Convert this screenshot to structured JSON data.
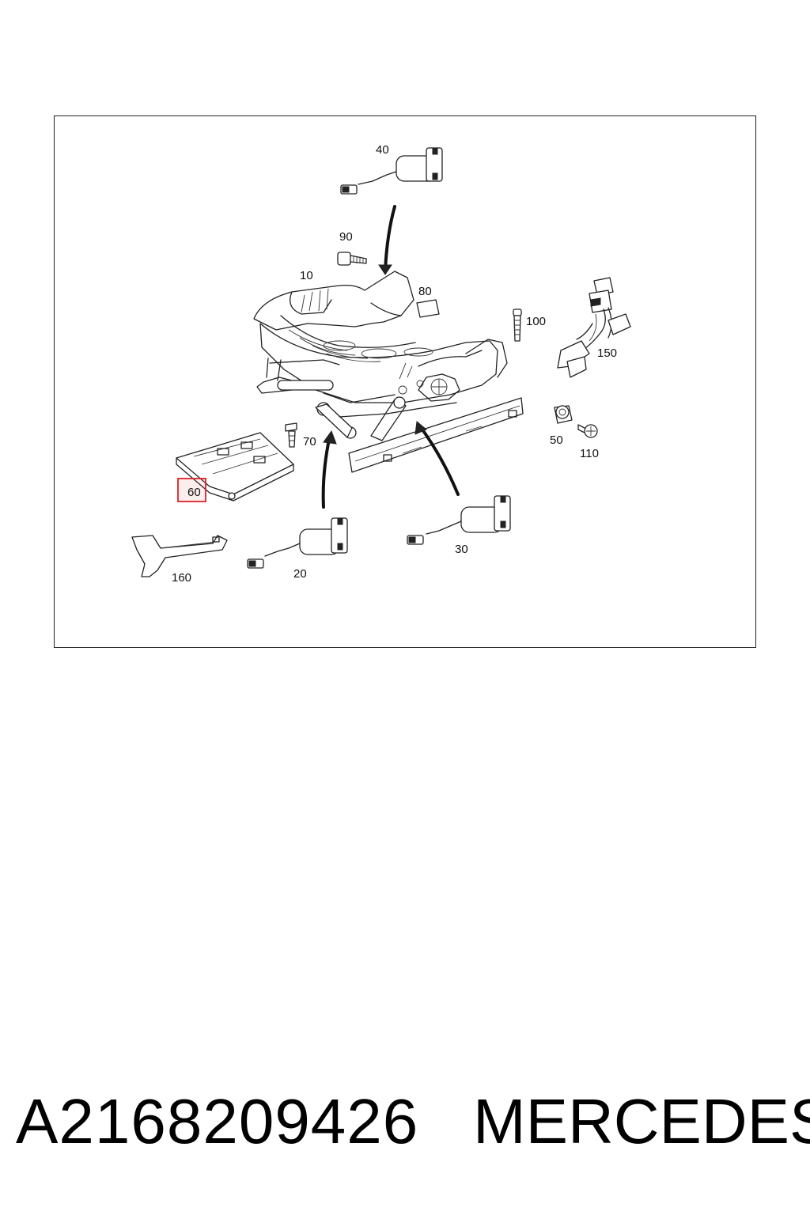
{
  "diagram": {
    "callouts": {
      "c10": "10",
      "c20": "20",
      "c30": "30",
      "c40": "40",
      "c50": "50",
      "c60": "60",
      "c70": "70",
      "c80": "80",
      "c90": "90",
      "c100": "100",
      "c110": "110",
      "c150": "150",
      "c160": "160"
    },
    "highlighted_callout": "60",
    "highlight_color": "#e0202a"
  },
  "footer": {
    "part_number": "A2168209426",
    "brand": "MERCEDES"
  }
}
